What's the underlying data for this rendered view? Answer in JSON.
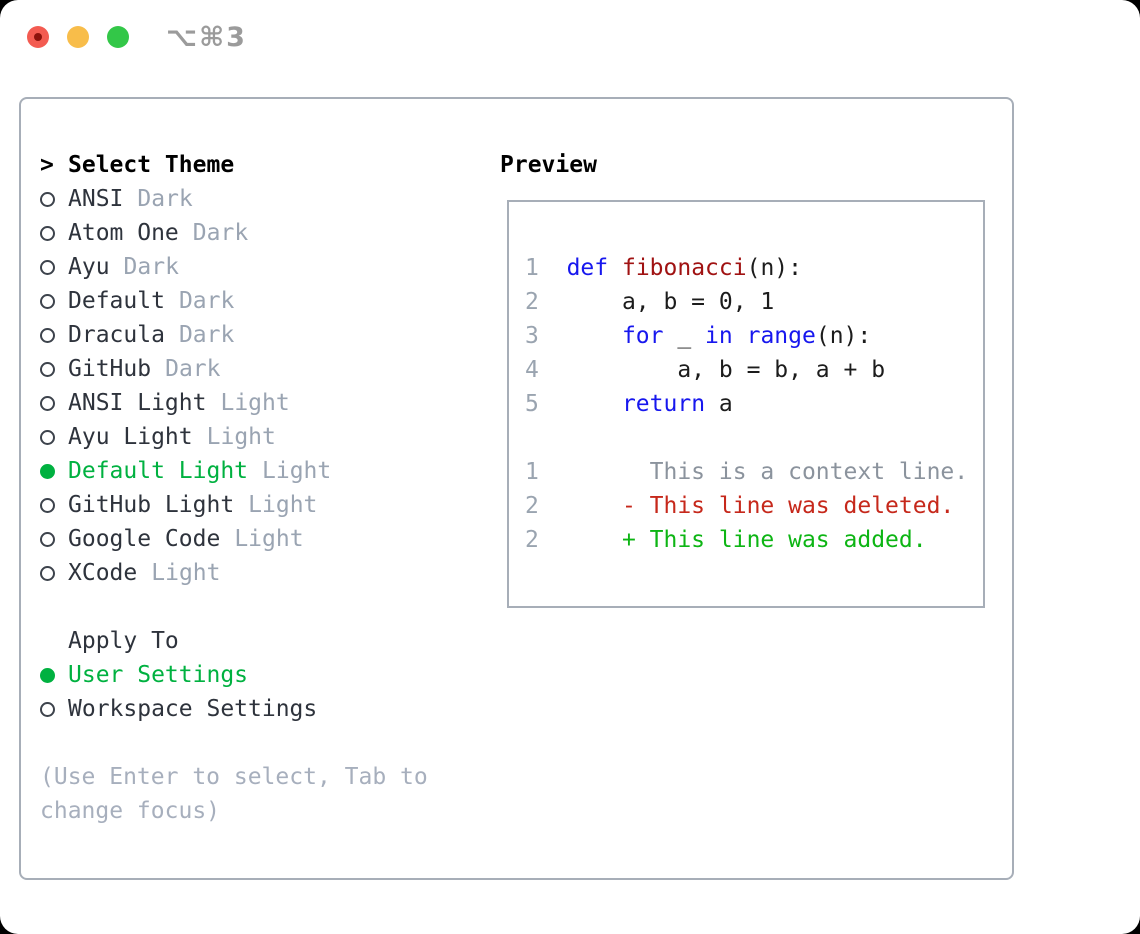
{
  "window": {
    "shortcut_label": "⌥⌘3"
  },
  "theme_panel": {
    "header_prefix": ">",
    "header": "Select Theme",
    "themes": [
      {
        "name": "ANSI",
        "variant": "Dark",
        "selected": false
      },
      {
        "name": "Atom One",
        "variant": "Dark",
        "selected": false
      },
      {
        "name": "Ayu",
        "variant": "Dark",
        "selected": false
      },
      {
        "name": "Default",
        "variant": "Dark",
        "selected": false
      },
      {
        "name": "Dracula",
        "variant": "Dark",
        "selected": false
      },
      {
        "name": "GitHub",
        "variant": "Dark",
        "selected": false
      },
      {
        "name": "ANSI Light",
        "variant": "Light",
        "selected": false
      },
      {
        "name": "Ayu Light",
        "variant": "Light",
        "selected": false
      },
      {
        "name": "Default Light",
        "variant": "Light",
        "selected": true
      },
      {
        "name": "GitHub Light",
        "variant": "Light",
        "selected": false
      },
      {
        "name": "Google Code",
        "variant": "Light",
        "selected": false
      },
      {
        "name": "XCode",
        "variant": "Light",
        "selected": false
      }
    ],
    "apply_to": {
      "header": "Apply To",
      "options": [
        {
          "label": "User Settings",
          "selected": true
        },
        {
          "label": "Workspace Settings",
          "selected": false
        }
      ]
    },
    "hint_line1": "(Use Enter to select, Tab to",
    "hint_line2": "change focus)"
  },
  "preview": {
    "title": "Preview",
    "code_lines": [
      {
        "num": "1",
        "segments": [
          {
            "t": "  "
          },
          {
            "t": "def",
            "c": "kw"
          },
          {
            "t": " "
          },
          {
            "t": "fibonacci",
            "c": "fn"
          },
          {
            "t": "(n):"
          }
        ]
      },
      {
        "num": "2",
        "segments": [
          {
            "t": "      a, b = 0, 1"
          }
        ]
      },
      {
        "num": "3",
        "segments": [
          {
            "t": "      "
          },
          {
            "t": "for",
            "c": "kw"
          },
          {
            "t": " _ "
          },
          {
            "t": "in",
            "c": "kw"
          },
          {
            "t": " "
          },
          {
            "t": "range",
            "c": "kw"
          },
          {
            "t": "(n):"
          }
        ]
      },
      {
        "num": "4",
        "segments": [
          {
            "t": "          a, b = b, a + b"
          }
        ]
      },
      {
        "num": "5",
        "segments": [
          {
            "t": "      "
          },
          {
            "t": "return",
            "c": "kw"
          },
          {
            "t": " a"
          }
        ]
      },
      {
        "num": "",
        "segments": []
      },
      {
        "num": "1",
        "segments": [
          {
            "t": "        This is a context line.",
            "c": "ctx"
          }
        ]
      },
      {
        "num": "2",
        "segments": [
          {
            "t": "      - This line was deleted.",
            "c": "del"
          }
        ]
      },
      {
        "num": "2",
        "segments": [
          {
            "t": "      + This line was added.",
            "c": "add"
          }
        ]
      }
    ]
  },
  "colors": {
    "border": "#a7aeb8",
    "linenum": "#9aa4b0",
    "kw": "#1717ee",
    "fn": "#a01212",
    "plain": "#1c1c1c",
    "ctx": "#8b939d",
    "del": "#c6281b",
    "add": "#0db514",
    "sel_green": "#00b140",
    "name": "#2e333c",
    "variant": "#9aa4b2",
    "hint": "#a7afbd",
    "ring": "#3d434c",
    "shortcut": "#9b9b9b",
    "tl_red": "#f35b51",
    "tl_red_dot": "#8c120c",
    "tl_yellow": "#f8bd4a",
    "tl_green": "#33c748"
  }
}
